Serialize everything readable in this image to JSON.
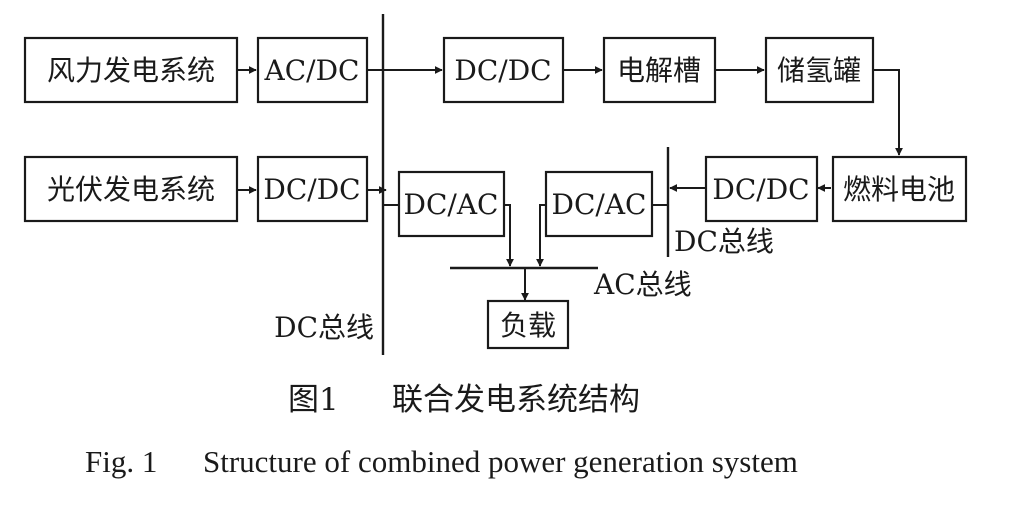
{
  "blocks": {
    "wind_system": "风力发电系统",
    "wind_acdc": "AC/DC",
    "pv_system": "光伏发电系统",
    "pv_dcdc": "DC/DC",
    "electrolyzer_dcdc": "DC/DC",
    "electrolyzer": "电解槽",
    "h2_tank": "储氢罐",
    "fuel_cell": "燃料电池",
    "fc_dcdc": "DC/DC",
    "inverter_left": "DC/AC",
    "inverter_right": "DC/AC",
    "load": "负载"
  },
  "buses": {
    "dc_bus_main": "DC总线",
    "dc_bus_fc": "DC总线",
    "ac_bus": "AC总线"
  },
  "caption": {
    "cn_number": "图1",
    "cn_title": "联合发电系统结构",
    "en_number": "Fig. 1",
    "en_title": "Structure of combined power generation system"
  }
}
